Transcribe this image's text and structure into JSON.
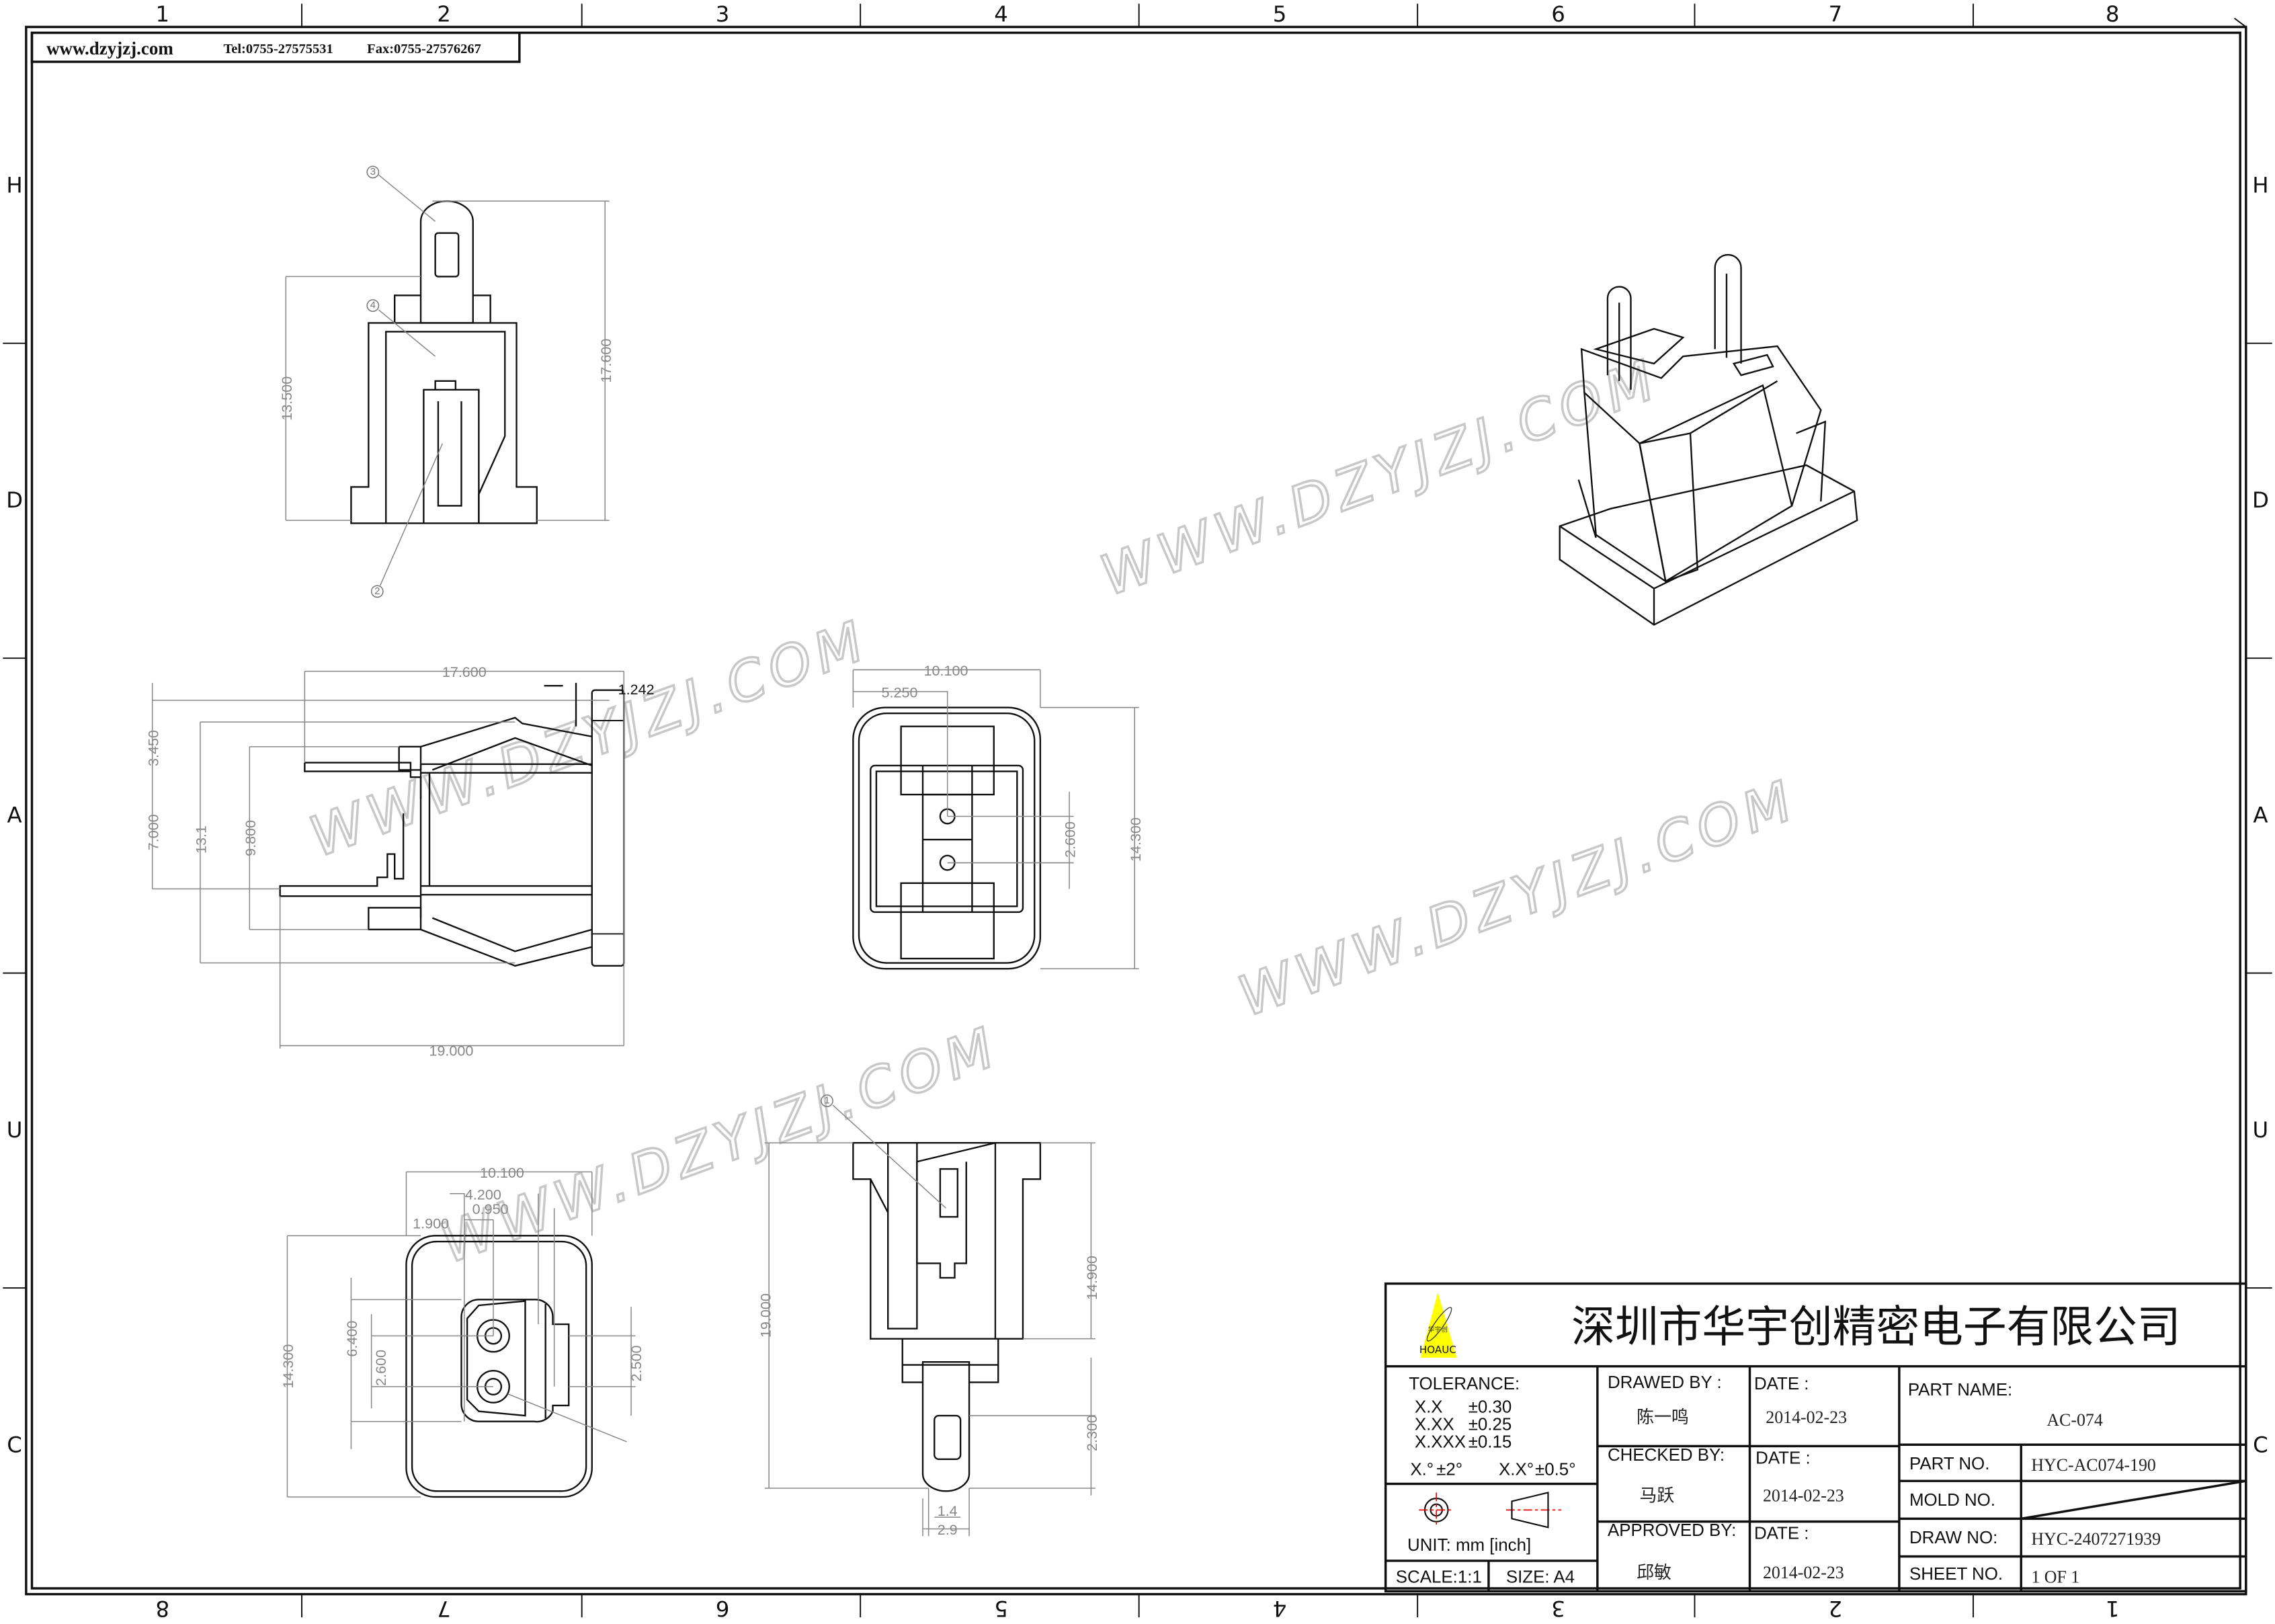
{
  "header": {
    "website": "www.dzyjzj.com",
    "tel": "Tel:0755-27575531",
    "fax": "Fax:0755-27576267"
  },
  "zones": {
    "columns_top": [
      "1",
      "2",
      "3",
      "4",
      "5",
      "6",
      "7",
      "8"
    ],
    "columns_bottom": [
      "8",
      "7",
      "6",
      "5",
      "4",
      "3",
      "2",
      "1"
    ],
    "rows": [
      "H",
      "D",
      "A",
      "U",
      "C"
    ]
  },
  "watermark": "WWW.DZYJZJ.COM",
  "views": {
    "side_top": {
      "dims": [
        "13.500",
        "17.600"
      ],
      "balloons": [
        "3",
        "4",
        "2"
      ]
    },
    "side_left": {
      "dims": [
        "17.600",
        "1.242",
        "3.450",
        "7.000",
        "13.1",
        "9.800",
        "19.000"
      ]
    },
    "front": {
      "dims": [
        "10.100",
        "5.250",
        "2.600",
        "14.300"
      ]
    },
    "rear": {
      "dims": [
        "10.100",
        "4.200",
        "0.950",
        "1.900",
        "6.400",
        "2.600",
        "2.500",
        "14.300"
      ]
    },
    "bottom_side": {
      "dims": [
        "19.000",
        "14.900",
        "2.300",
        "1.4",
        "2.9"
      ],
      "balloons": [
        "1"
      ]
    }
  },
  "title_block": {
    "logo_cn": "华宇创",
    "logo_en": "HOAUC",
    "logo_color": "#ffff00",
    "company": "深圳市华宇创精密电子有限公司",
    "tolerance_label": "TOLERANCE:",
    "tolerances": [
      {
        "fmt": "X.X",
        "tol": "±0.30"
      },
      {
        "fmt": "X.XX",
        "tol": "±0.25"
      },
      {
        "fmt": "X.XXX",
        "tol": "±0.15"
      }
    ],
    "angle_tol": [
      {
        "fmt": "X.°",
        "tol": "±2°"
      },
      {
        "fmt": "X.X°",
        "tol": "±0.5°"
      }
    ],
    "unit": "UNIT:  mm  [inch]",
    "scale": "SCALE:1:1",
    "size": "SIZE:  A4",
    "drawed_by_label": "DRAWED BY :",
    "drawed_by": "陈一鸣",
    "checked_by_label": "CHECKED BY:",
    "checked_by": "马跃",
    "approved_by_label": "APPROVED BY:",
    "approved_by": "邱敏",
    "date_label": "DATE :",
    "dates": [
      "2014-02-23",
      "2014-02-23",
      "2014-02-23"
    ],
    "part_name_label": "PART NAME:",
    "part_name": "AC-074",
    "part_no_label": "PART NO.",
    "part_no": "HYC-AC074-190",
    "mold_no_label": "MOLD NO.",
    "draw_no_label": "DRAW NO:",
    "draw_no": "HYC-2407271939",
    "sheet_no_label": "SHEET NO.",
    "sheet_no": "1 OF 1"
  }
}
